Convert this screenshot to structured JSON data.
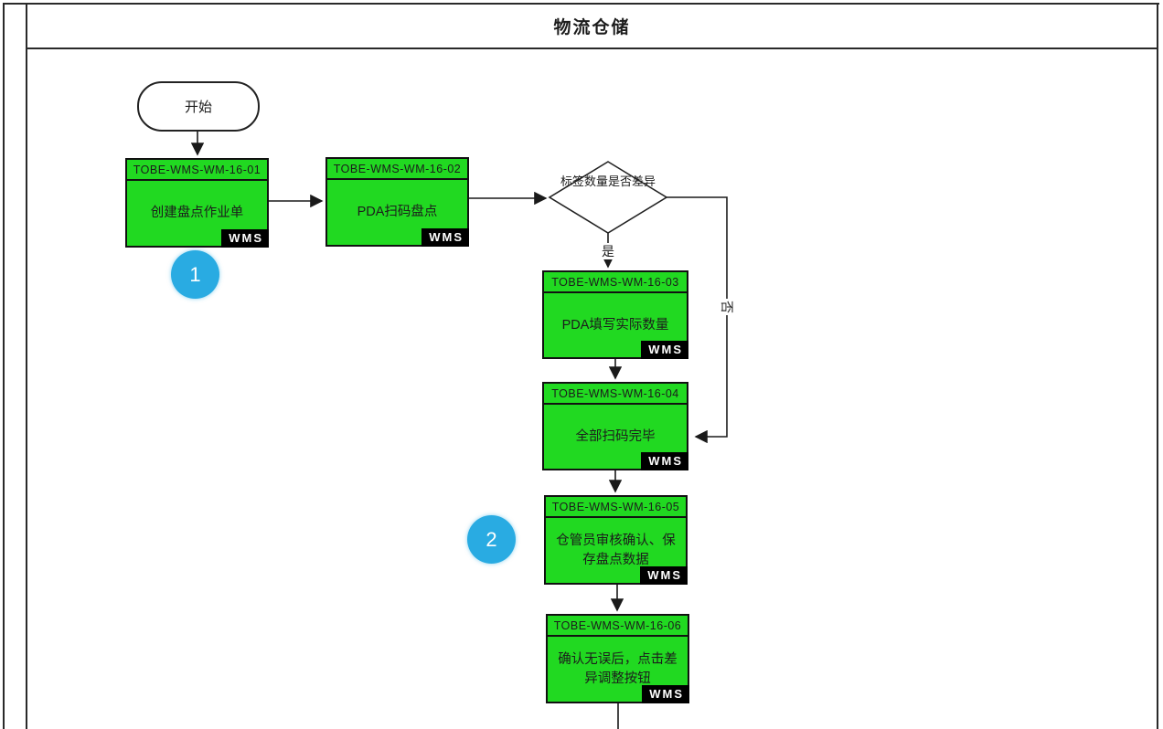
{
  "pool": {
    "title": "物流仓储"
  },
  "colors": {
    "task_fill": "#21D921",
    "task_border": "#111111",
    "badge_bg": "#000000",
    "badge_text": "#FFFFFF",
    "step_marker": "#29ABE2",
    "connector": "#1A1A1A"
  },
  "flowchart": {
    "start": {
      "label": "开始"
    },
    "nodes": [
      {
        "code": "TOBE-WMS-WM-16-01",
        "label": "创建盘点作业单",
        "badge": "WMS"
      },
      {
        "code": "TOBE-WMS-WM-16-02",
        "label": "PDA扫码盘点",
        "badge": "WMS"
      },
      {
        "code": "TOBE-WMS-WM-16-03",
        "label": "PDA填写实际数量",
        "badge": "WMS"
      },
      {
        "code": "TOBE-WMS-WM-16-04",
        "label": "全部扫码完毕",
        "badge": "WMS"
      },
      {
        "code": "TOBE-WMS-WM-16-05",
        "label": "仓管员审核确认、保存盘点数据",
        "badge": "WMS"
      },
      {
        "code": "TOBE-WMS-WM-16-06",
        "label": "确认无误后，点击差异调整按钮",
        "badge": "WMS"
      }
    ],
    "decision": {
      "label": "标签数量是否差异",
      "yes_label": "是",
      "no_label": "否"
    },
    "step_markers": [
      {
        "number": "1"
      },
      {
        "number": "2"
      }
    ]
  }
}
